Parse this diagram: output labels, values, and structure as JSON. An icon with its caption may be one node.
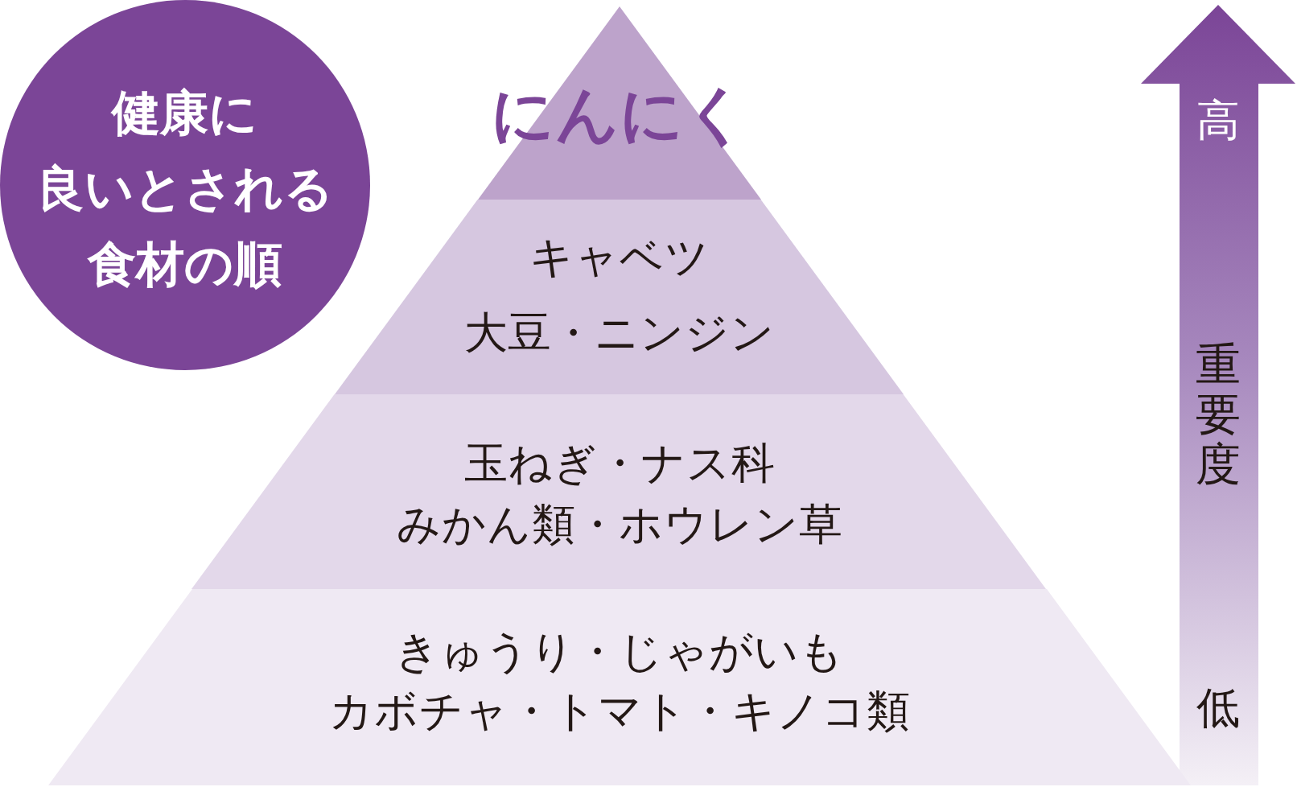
{
  "diagram": {
    "nodes": [
      {
        "text": [
          "健康に良いとされる食材の順"
        ]
      },
      {
        "text": [
          "にんにく"
        ]
      },
      {
        "text": [
          "キャベツ",
          "大豆・ニンジン"
        ]
      },
      {
        "text": [
          "玉ねぎ・ナス科",
          "みかん類・ホウレン草"
        ]
      },
      {
        "text": [
          "きゅうり・じゃがいも",
          "カボチャ・トマト・キノコ類"
        ]
      }
    ],
    "labels": [
      "高",
      "重要度",
      "低"
    ]
  }
}
